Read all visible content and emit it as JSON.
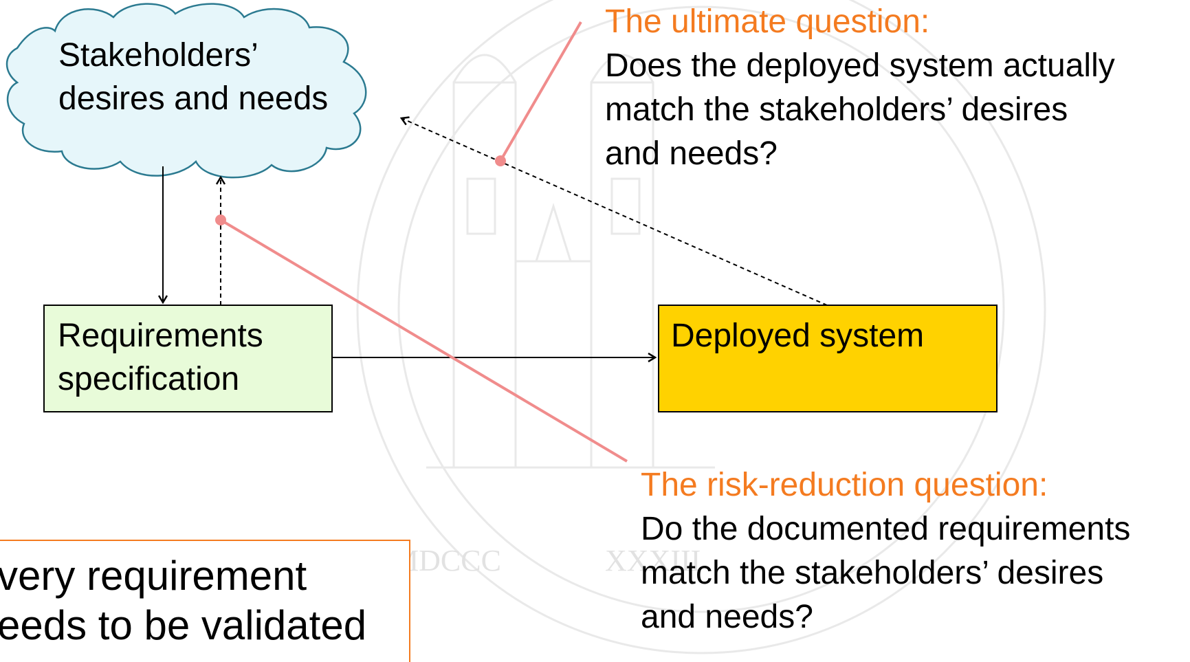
{
  "diagram": {
    "cloud": {
      "line1": "Stakeholders’",
      "line2": "desires and needs"
    },
    "requirements_box": {
      "line1": "Requirements",
      "line2": "specification"
    },
    "deployed_box": {
      "label": "Deployed system"
    },
    "ultimate": {
      "heading": "The ultimate question:",
      "line1": "Does the deployed system actually",
      "line2": "match the stakeholders’ desires",
      "line3": "and needs?"
    },
    "risk": {
      "heading": "The risk-reduction question:",
      "line1": "Do the documented requirements",
      "line2": "match the stakeholders’ desires",
      "line3": "and needs?"
    },
    "note": {
      "line1": "very requirement",
      "line2": "eeds to be validated"
    },
    "watermark": {
      "left": "MDCCC",
      "right": "XXXIII"
    }
  },
  "colors": {
    "accent_orange": "#F47B20",
    "callout_pink": "#F08C8C",
    "cloud_fill": "#E6F6FA",
    "cloud_stroke": "#2B7A90",
    "requirements_fill": "#E8FBD9",
    "deployed_fill": "#FFD200",
    "watermark": "#E6E6E6"
  }
}
